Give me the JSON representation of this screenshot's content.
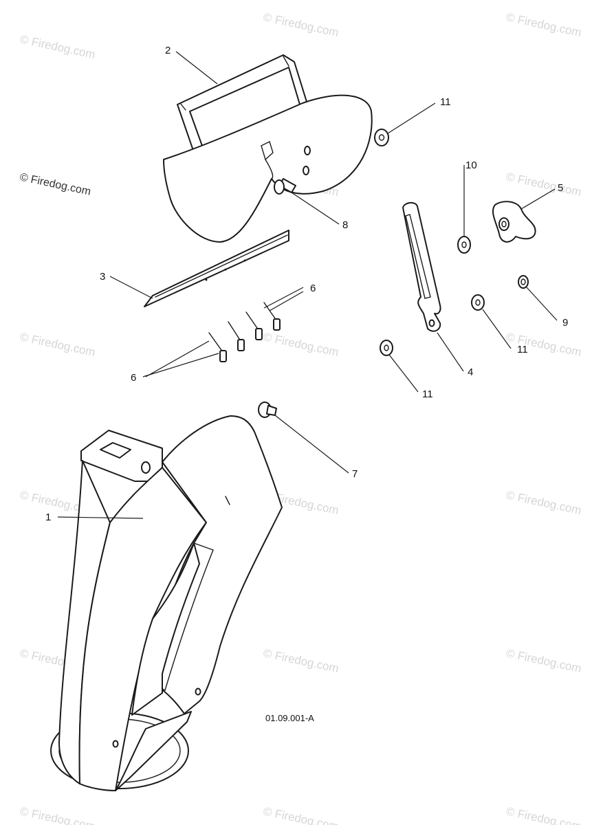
{
  "watermark": {
    "text": "© Firedog.com",
    "color": "#d6d6d6"
  },
  "diagram_code": "01.09.001-A",
  "callouts": [
    {
      "id": "c1",
      "label": "1"
    },
    {
      "id": "c2",
      "label": "2"
    },
    {
      "id": "c3",
      "label": "3"
    },
    {
      "id": "c4",
      "label": "4"
    },
    {
      "id": "c5",
      "label": "5"
    },
    {
      "id": "c6a",
      "label": "6"
    },
    {
      "id": "c6b",
      "label": "6"
    },
    {
      "id": "c7",
      "label": "7"
    },
    {
      "id": "c8",
      "label": "8"
    },
    {
      "id": "c9",
      "label": "9"
    },
    {
      "id": "c10",
      "label": "10"
    },
    {
      "id": "c11a",
      "label": "11"
    },
    {
      "id": "c11b",
      "label": "11"
    },
    {
      "id": "c11c",
      "label": "11"
    }
  ]
}
